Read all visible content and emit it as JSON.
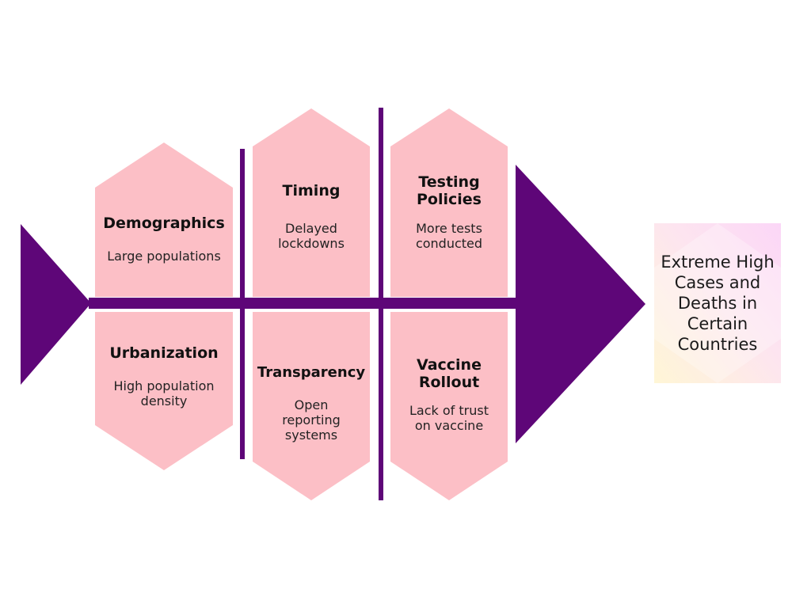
{
  "colors": {
    "spine": "#5e0678",
    "box_fill": "#fcbfc6",
    "effect_gradient": [
      "#fff7dc",
      "#fde4f0",
      "#fcd8f6"
    ]
  },
  "causes": {
    "demographics": {
      "title": "Demographics",
      "desc": "Large populations"
    },
    "urbanization": {
      "title": "Urbanization",
      "desc": "High population density"
    },
    "timing": {
      "title": "Timing",
      "desc": "Delayed lockdowns"
    },
    "transparency": {
      "title": "Transparency",
      "desc": "Open reporting systems"
    },
    "testing": {
      "title": "Testing Policies",
      "desc": "More tests conducted"
    },
    "vaccine": {
      "title": "Vaccine Rollout",
      "desc": "Lack of trust on vaccine"
    }
  },
  "effect": {
    "text": "Extreme High Cases and Deaths in Certain Countries"
  }
}
